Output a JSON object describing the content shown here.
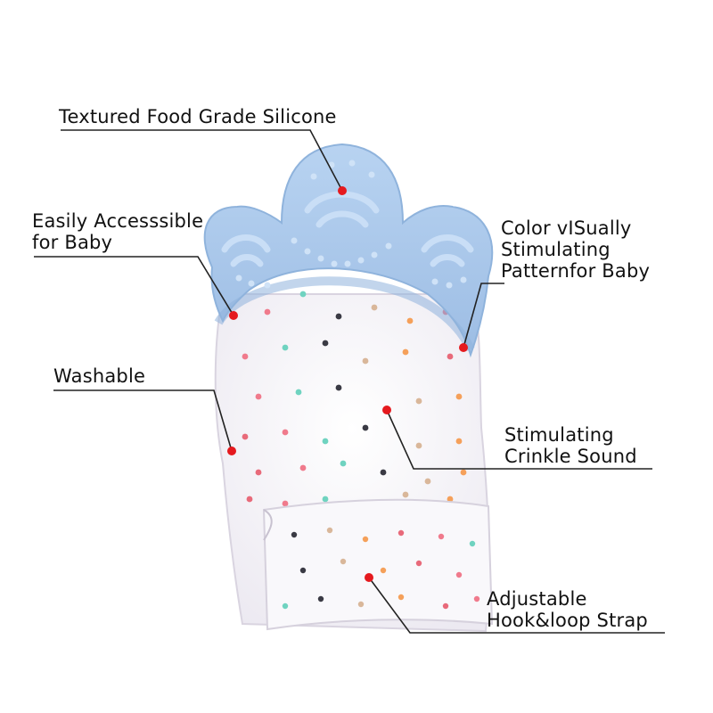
{
  "colors": {
    "silicone": "#a9c8ec",
    "silicone_shadow": "#8fb3dc",
    "fabric": "#f7f5fa",
    "leader_line": "#222222",
    "marker_dot": "#e5191e",
    "text": "#111111"
  },
  "callouts": [
    {
      "id": "textured",
      "lines": [
        "Textured Food Grade Silicone"
      ]
    },
    {
      "id": "accessible",
      "lines": [
        "Easily Accesssible",
        "for Baby"
      ]
    },
    {
      "id": "color",
      "lines": [
        "Color vISually",
        "Stimulating",
        "Patternfor Baby"
      ]
    },
    {
      "id": "washable",
      "lines": [
        "Washable"
      ]
    },
    {
      "id": "crinkle",
      "lines": [
        "Stimulating",
        "Crinkle Sound"
      ]
    },
    {
      "id": "strap",
      "lines": [
        "Adjustable",
        "Hook&loop Strap"
      ]
    }
  ]
}
